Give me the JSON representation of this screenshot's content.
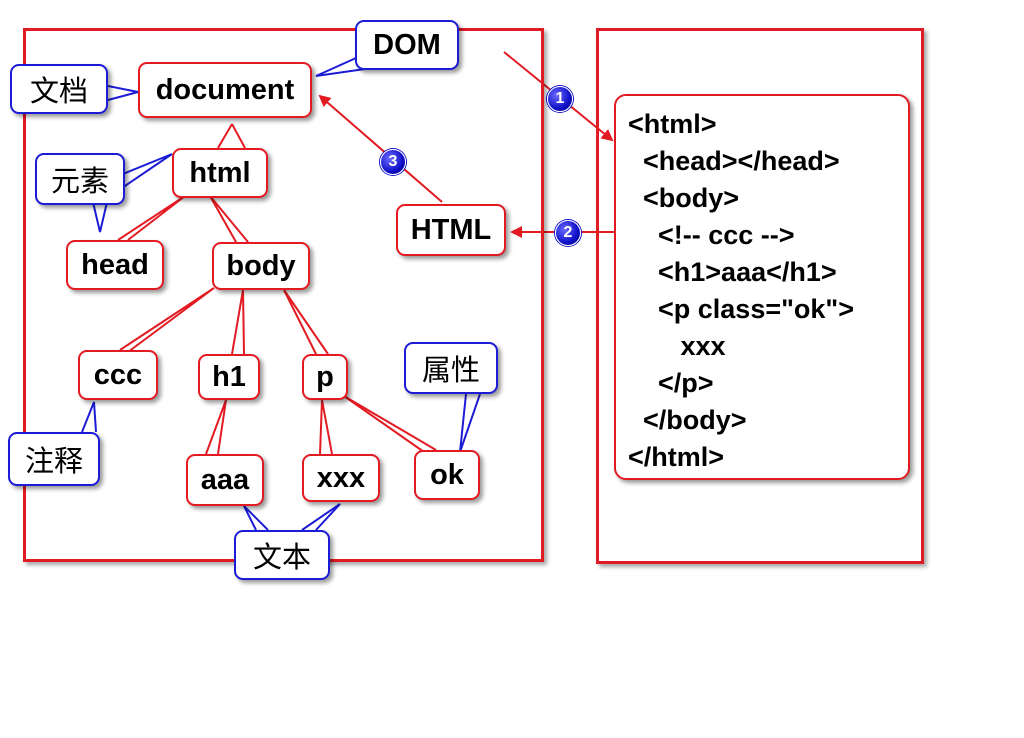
{
  "tree": {
    "document": "document",
    "html": "html",
    "head": "head",
    "body": "body",
    "ccc": "ccc",
    "h1": "h1",
    "p": "p",
    "aaa": "aaa",
    "xxx": "xxx",
    "ok": "ok",
    "html_text": "HTML"
  },
  "callouts": {
    "dom": "DOM",
    "document_label": "文档",
    "element_label": "元素",
    "attribute_label": "属性",
    "comment_label": "注释",
    "text_label": "文本"
  },
  "code_lines": [
    "<html>",
    "  <head></head>",
    "  <body>",
    "    <!-- ccc -->",
    "    <h1>aaa</h1>",
    "    <p class=\"ok\">",
    "       xxx",
    "    </p>",
    "  </body>",
    "</html>"
  ],
  "steps": [
    "1",
    "2",
    "3"
  ],
  "colors": {
    "node_border": "#e21b23",
    "callout_border": "#1c1cd6",
    "badge": "#1010c8"
  }
}
